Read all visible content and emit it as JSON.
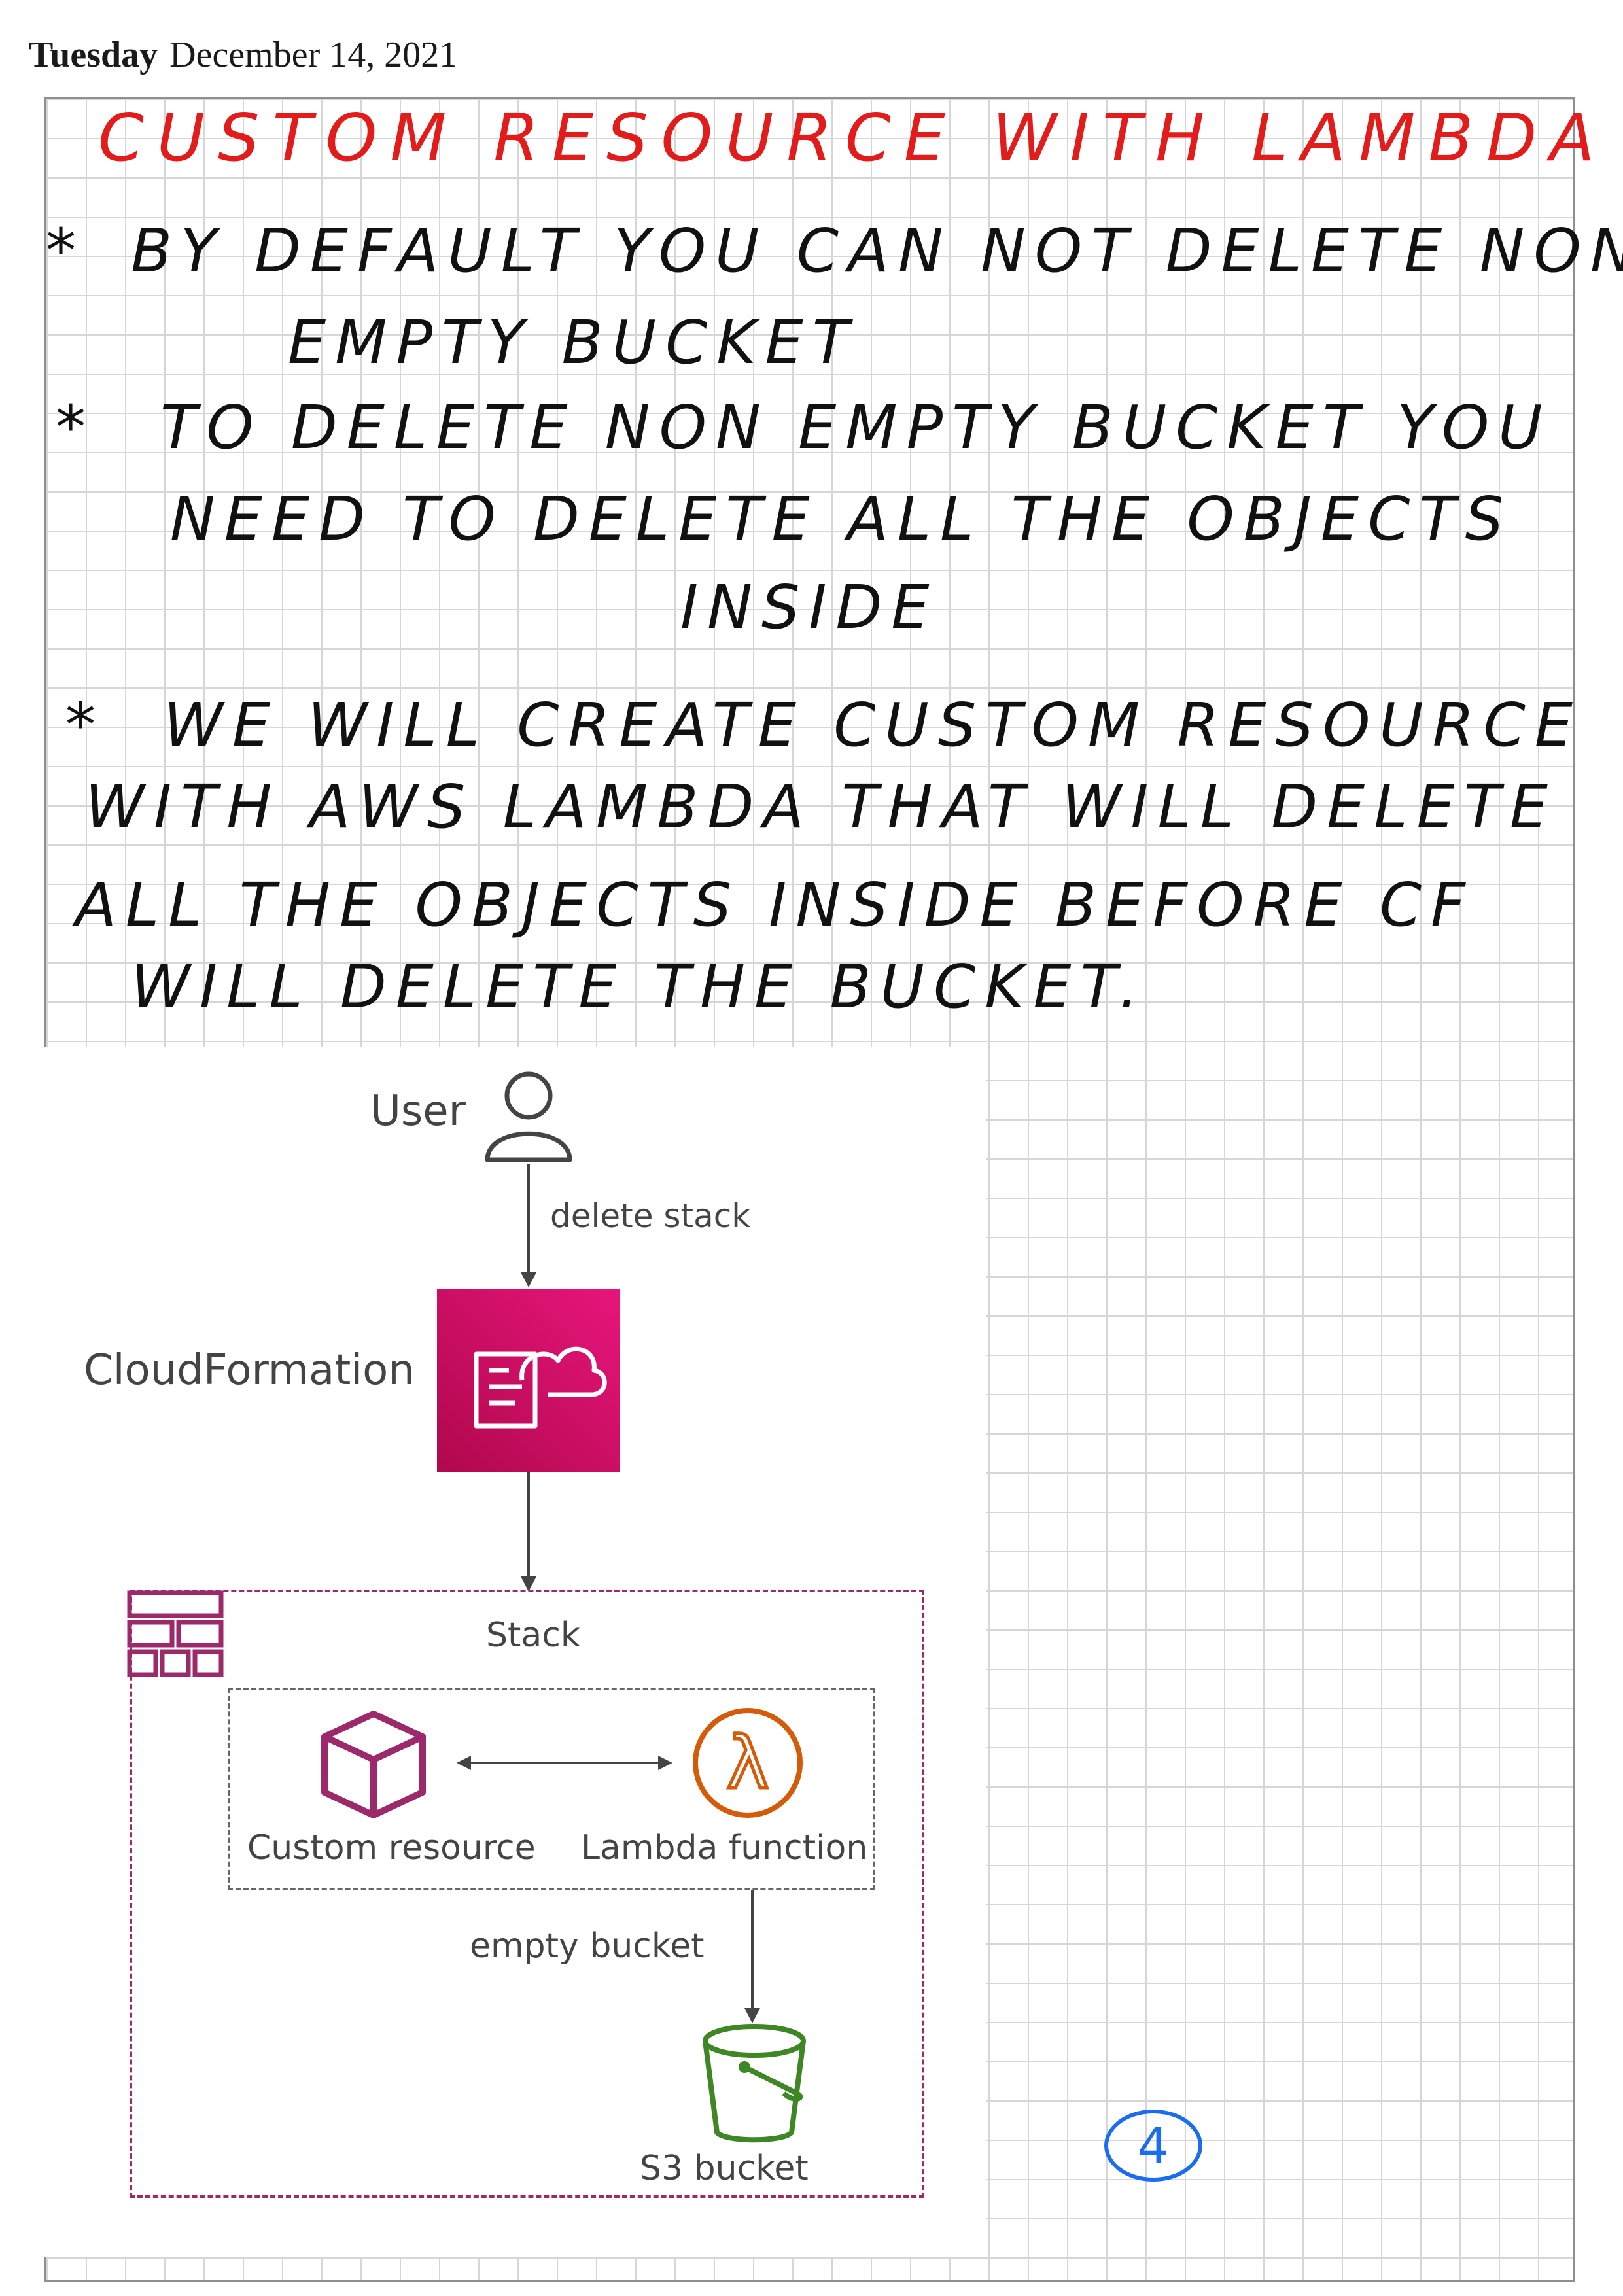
{
  "header": {
    "day": "Tuesday",
    "date": "December 14, 2021"
  },
  "notes": {
    "title": "CUSTOM RESOURCE WITH LAMBDA",
    "point1": {
      "bullet": "*",
      "line1": "BY DEFAULT YOU CAN NOT DELETE NON",
      "line2": "EMPTY BUCKET"
    },
    "point2": {
      "bullet": "*",
      "line1": "TO DELETE NON EMPTY BUCKET YOU",
      "line2": "NEED TO DELETE ALL THE OBJECTS",
      "line3": "INSIDE"
    },
    "point3": {
      "bullet": "*",
      "line1": "WE WILL CREATE CUSTOM RESOURCE",
      "line2": "WITH AWS LAMBDA THAT WILL DELETE",
      "line3": "ALL THE OBJECTS INSIDE BEFORE CF",
      "line4": "WILL DELETE THE BUCKET."
    },
    "page_number": "4"
  },
  "diagram": {
    "user": "User",
    "delete_stack": "delete stack",
    "cloudformation": "CloudFormation",
    "stack": "Stack",
    "custom_resource": "Custom resource",
    "lambda_function": "Lambda function",
    "lambda_symbol": "λ",
    "empty_bucket": "empty bucket",
    "s3_bucket": "S3 bucket",
    "colors": {
      "cloudformation_top": "#e7157b",
      "cloudformation_bottom": "#b0084d",
      "stack_border": "#9c2a6b",
      "custom_resource": "#9c2a6b",
      "lambda": "#d45b07",
      "s3": "#3f8624",
      "arrow": "#444444"
    },
    "icons": [
      "user-icon",
      "cloudformation-icon",
      "stack-icon",
      "custom-resource-icon",
      "lambda-icon",
      "s3-bucket-icon"
    ]
  }
}
